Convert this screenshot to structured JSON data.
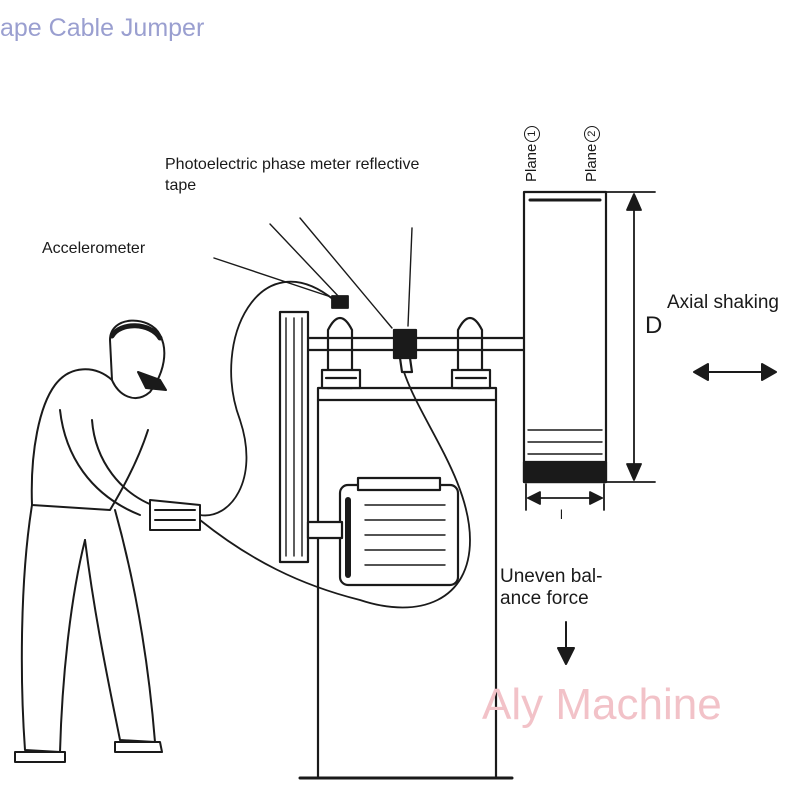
{
  "title": "ape Cable Jumper",
  "labels": {
    "photoelectric_line1": "Photoelectric phase meter reflective",
    "photoelectric_line2": "tape",
    "accelerometer": "Accelerometer",
    "plane1": "Plane",
    "plane1_num": "1",
    "plane2": "Plane",
    "plane2_num": "2",
    "axial_shaking": "Axial shaking",
    "diameter": "D",
    "length": "l",
    "uneven_line1": "Uneven bal-",
    "uneven_line2": "ance force"
  },
  "watermark": "Aly Machine",
  "colors": {
    "ink": "#1a1a1a",
    "title": "#9a9fd0",
    "watermark": "#f2c2c8"
  }
}
